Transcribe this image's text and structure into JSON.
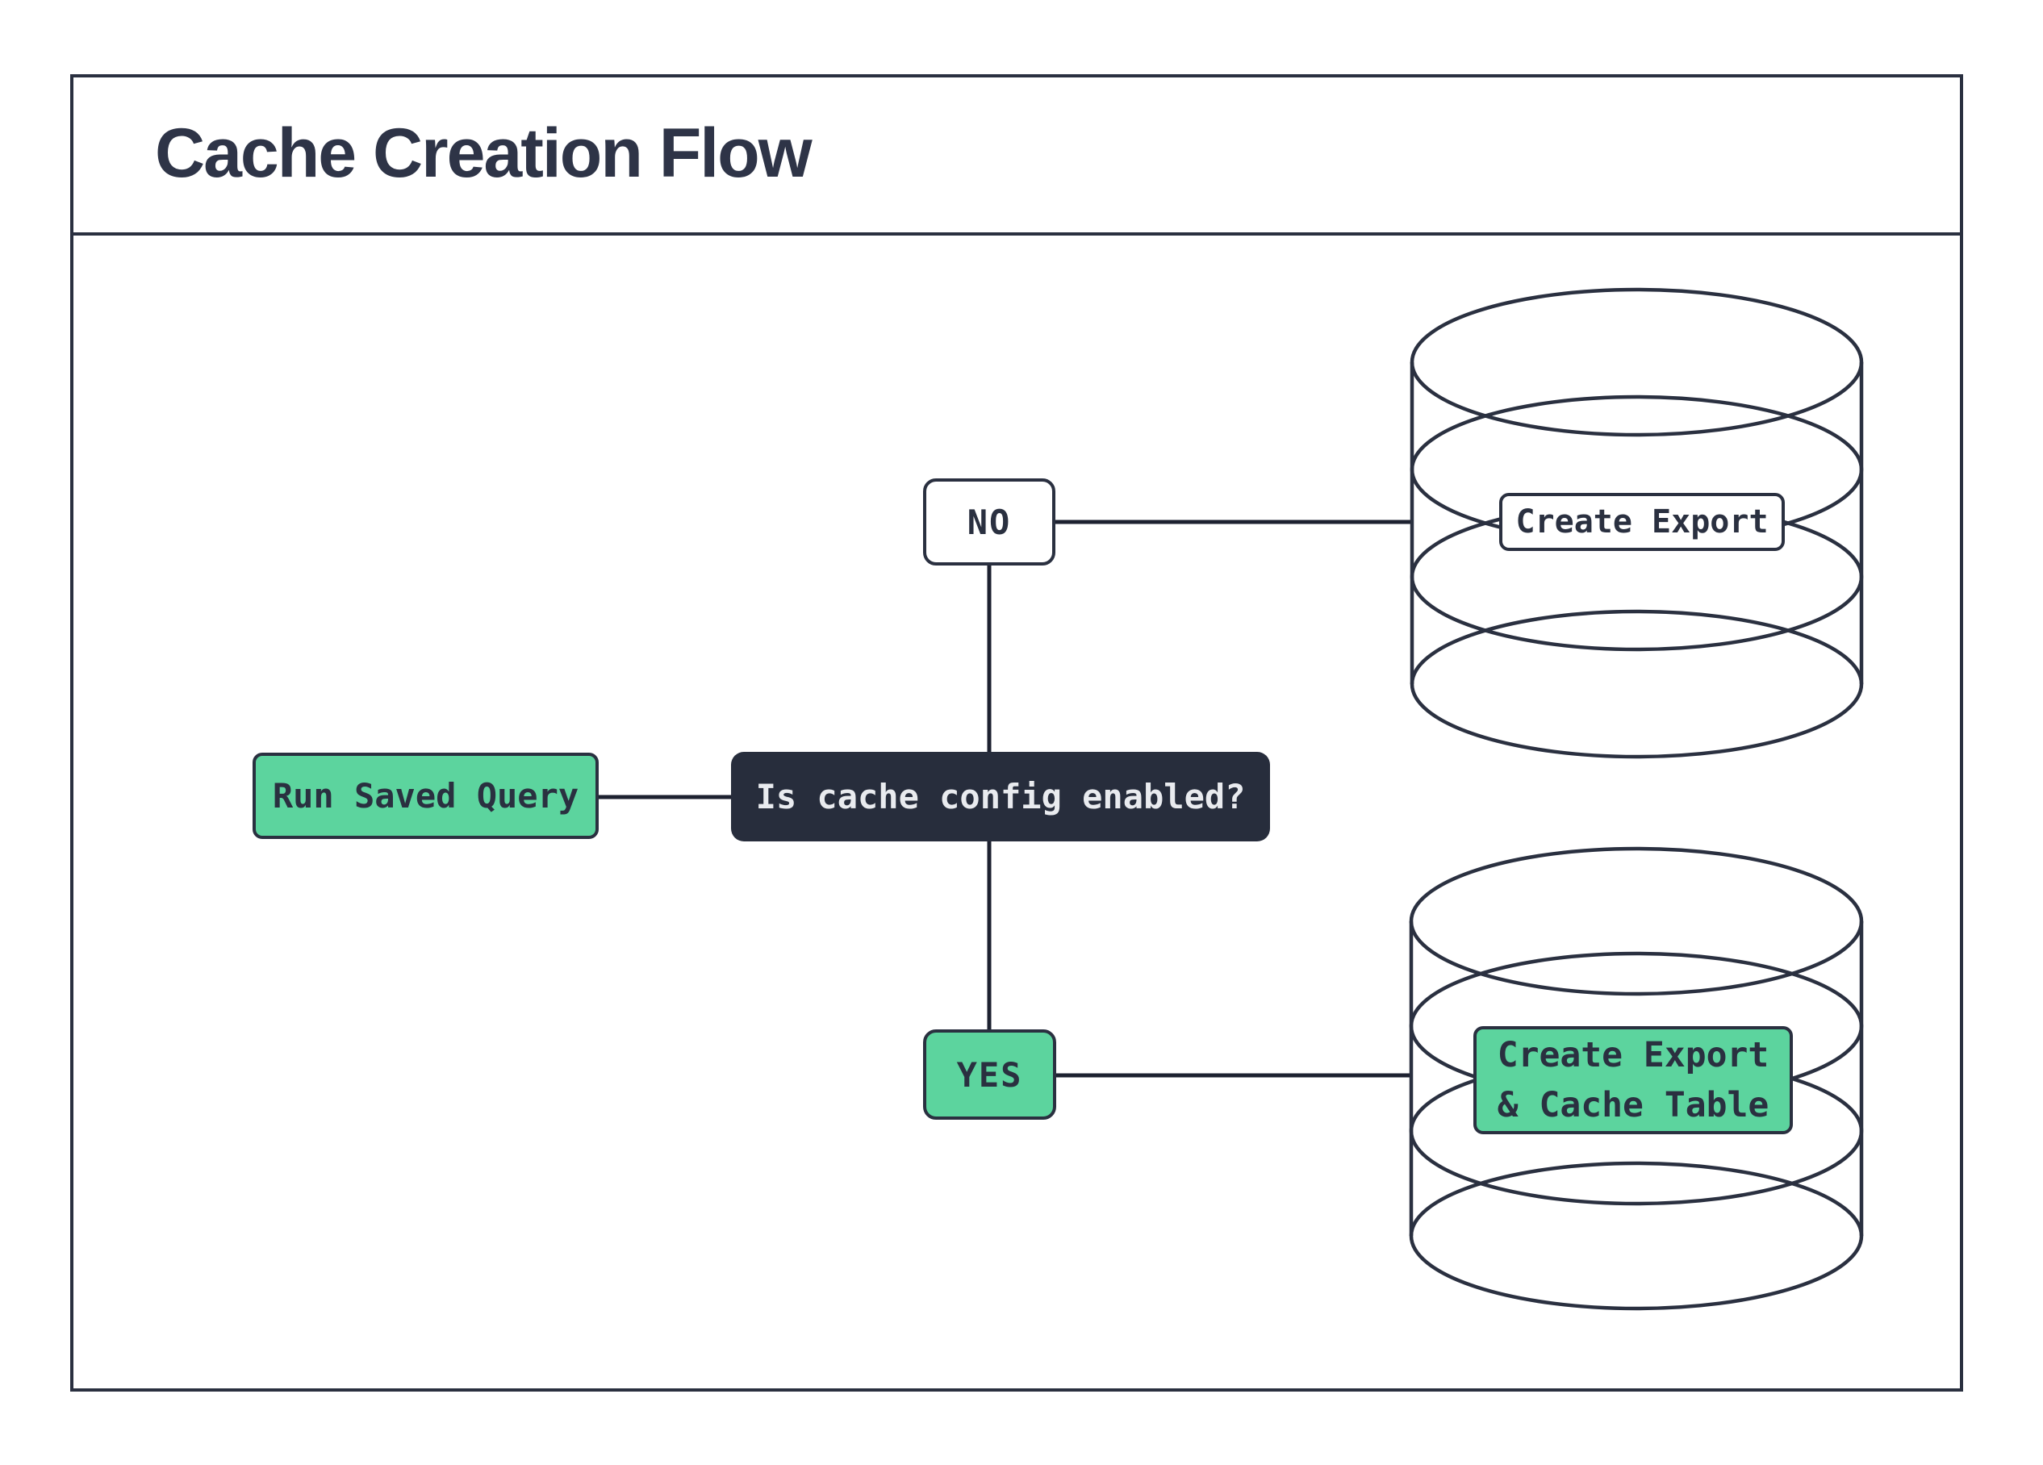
{
  "header": {
    "title": "Cache Creation Flow"
  },
  "flow": {
    "start_node": {
      "label": "Run Saved Query"
    },
    "decision_node": {
      "label": "Is cache config enabled?"
    },
    "no_branch": {
      "label": "NO",
      "action": {
        "label": "Create Export"
      },
      "target": "database-cylinder"
    },
    "yes_branch": {
      "label": "YES",
      "action": {
        "line1": "Create Export",
        "line2": "& Cache Table"
      },
      "target": "database-cylinder"
    }
  },
  "icons": [
    {
      "name": "database-cylinder-top",
      "meaning": "export database"
    },
    {
      "name": "database-cylinder-bottom",
      "meaning": "export and cache database"
    }
  ],
  "colors": {
    "ink": "#2a3040",
    "ink-soft": "#2e3447",
    "node-dark": "#272d3c",
    "green": "#5cd49e",
    "paper": "#ffffff",
    "text-light": "#e9ebef",
    "connector": "#1d2130"
  }
}
